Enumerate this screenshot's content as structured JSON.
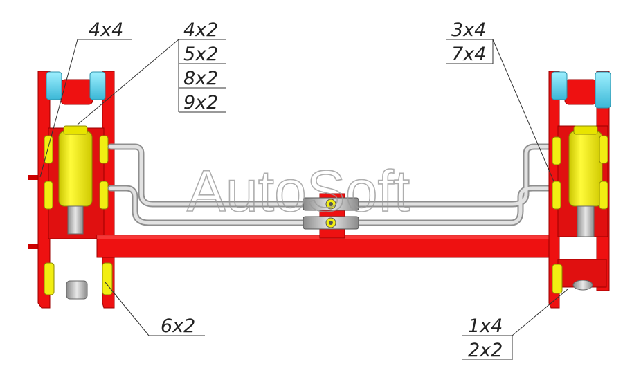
{
  "watermark": "AutoSoft",
  "colors": {
    "frame_red": "#ee1111",
    "cylinder_yellow": "#f2ee12",
    "roller_cyan": "#5ed9f2",
    "pipe_grey": "#d6d6d6",
    "steel_grey": "#b7b7b7"
  },
  "callouts": {
    "part_4x4": "4x4",
    "stack_top": [
      "4x2",
      "5x2",
      "8x2",
      "9x2"
    ],
    "stack_right_top": [
      "3x4",
      "7x4"
    ],
    "part_6x2": "6x2",
    "stack_right_bottom": [
      "1x4",
      "2x2"
    ]
  }
}
